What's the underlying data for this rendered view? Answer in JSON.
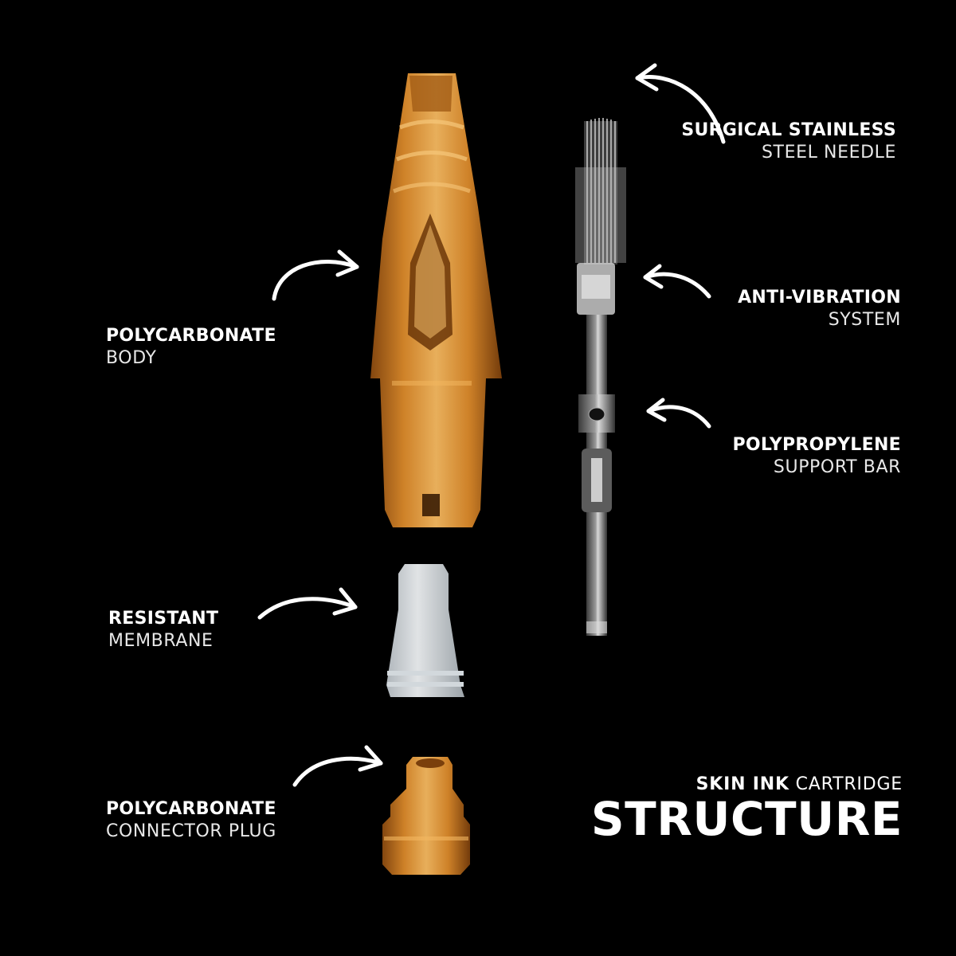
{
  "labels": {
    "polycarbonate_body": {
      "strong": "POLYCARBONATE",
      "light": "BODY"
    },
    "resistant_membrane": {
      "strong": "RESISTANT",
      "light": "MEMBRANE"
    },
    "connector_plug": {
      "strong": "POLYCARBONATE",
      "light": "CONNECTOR PLUG"
    },
    "needle": {
      "strong": "SURGICAL STAINLESS",
      "light": "STEEL NEEDLE"
    },
    "anti_vibration": {
      "strong": "ANTI-VIBRATION",
      "light": "SYSTEM"
    },
    "support_bar": {
      "strong": "POLYPROPYLENE",
      "light": "SUPPORT BAR"
    }
  },
  "title": {
    "brand": "SKIN INK",
    "product": "CARTRIDGE",
    "heading": "STRUCTURE"
  },
  "colors": {
    "background": "#000000",
    "amber": "#d9882a",
    "amber_light": "#f2b45c",
    "membrane": "#e9eef2",
    "needle": "#c9c9c9",
    "text": "#ffffff"
  }
}
